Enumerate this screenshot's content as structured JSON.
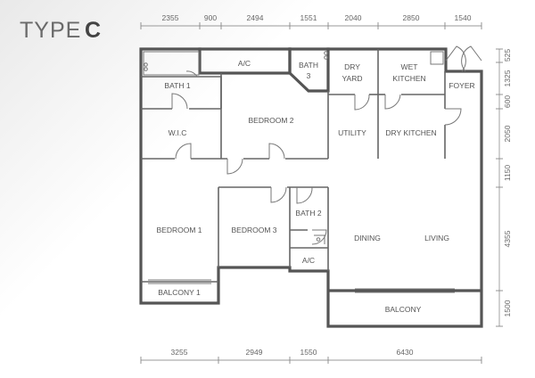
{
  "title": {
    "prefix": "TYPE",
    "letter": "C"
  },
  "top_dimensions": [
    "2355",
    "900",
    "2494",
    "1551",
    "2040",
    "2850",
    "1540"
  ],
  "bottom_dimensions": [
    "3255",
    "2949",
    "1550",
    "6430"
  ],
  "right_dimensions": [
    "525",
    "1325",
    "600",
    "2050",
    "1150",
    "4355",
    "1500"
  ],
  "rooms": {
    "ac_top": "A/C",
    "bath_3_line1": "BATH",
    "bath_3_line2": "3",
    "dry_yard_line1": "DRY",
    "dry_yard_line2": "YARD",
    "wet_kitchen_line1": "WET",
    "wet_kitchen_line2": "KITCHEN",
    "foyer": "FOYER",
    "bath_1": "BATH 1",
    "wic": "W.I.C",
    "bedroom_2": "BEDROOM 2",
    "utility": "UTILITY",
    "dry_kitchen": "DRY KITCHEN",
    "bedroom_1": "BEDROOM 1",
    "bedroom_3": "BEDROOM 3",
    "bath_2": "BATH 2",
    "dining": "DINING",
    "living": "LIVING",
    "ac_mid": "A/C",
    "balcony_1": "BALCONY 1",
    "balcony": "BALCONY"
  },
  "colors": {
    "wall": "#555555",
    "text": "#555555",
    "background_tint": "#e9e9e9"
  }
}
